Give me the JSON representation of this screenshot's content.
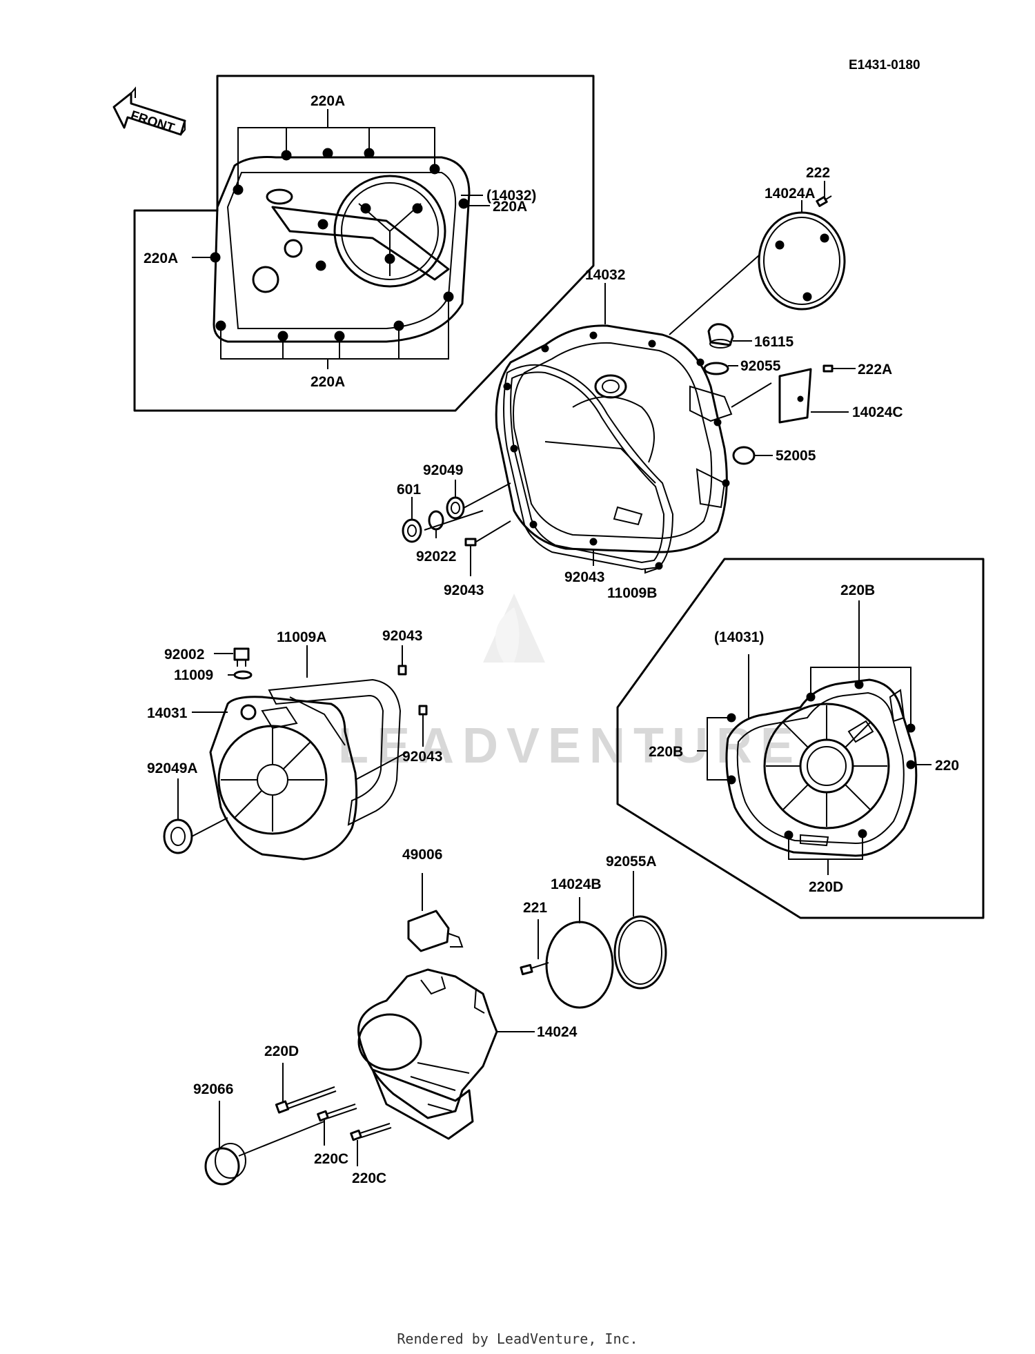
{
  "diagram_ref": "E1431-0180",
  "front_arrow": "FRONT",
  "watermark": "LEADVENTURE",
  "footer": "Rendered by LeadVenture, Inc.",
  "labels": {
    "l220a_top": "220A",
    "l14032_ref": "(14032)",
    "l220a_right": "220A",
    "l220a_left": "220A",
    "l220a_bottom": "220A",
    "l222": "222",
    "l14024a": "14024A",
    "l14032": "14032",
    "l16115": "16115",
    "l92055": "92055",
    "l222a": "222A",
    "l14024c": "14024C",
    "l52005": "52005",
    "l92049": "92049",
    "l601": "601",
    "l92022": "92022",
    "l92043_a": "92043",
    "l92043_b": "92043",
    "l11009b": "11009B",
    "l92043_c": "92043",
    "l11009a": "11009A",
    "l92002": "92002",
    "l11009": "11009",
    "l14031": "14031",
    "l92043_d": "92043",
    "l92049a": "92049A",
    "l220b_top": "220B",
    "l14031_ref": "(14031)",
    "l220b_left": "220B",
    "l220": "220",
    "l220d_right": "220D",
    "l49006": "49006",
    "l92055a": "92055A",
    "l14024b": "14024B",
    "l221": "221",
    "l14024": "14024",
    "l220d": "220D",
    "l92066": "92066",
    "l220c_a": "220C",
    "l220c_b": "220C"
  }
}
